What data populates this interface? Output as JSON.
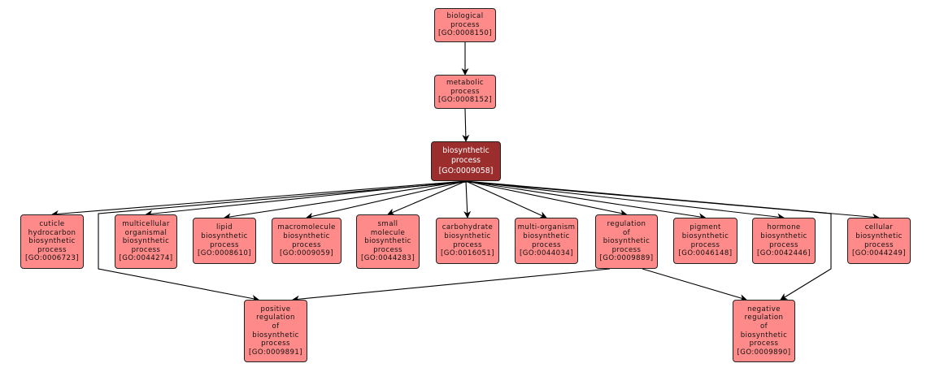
{
  "title": "GO term ancestry graph: biosynthetic process",
  "colors": {
    "node_fill": "#ff8a8a",
    "focus_fill": "#9b2d2d",
    "edge": "#000000",
    "border": "#222222"
  },
  "nodes": [
    {
      "id": "GO:0008150",
      "lines": [
        "biological",
        "process"
      ],
      "go_id": "[GO:0008150]",
      "focus": false
    },
    {
      "id": "GO:0008152",
      "lines": [
        "metabolic",
        "process"
      ],
      "go_id": "[GO:0008152]",
      "focus": false
    },
    {
      "id": "GO:0009058",
      "lines": [
        "biosynthetic",
        "process"
      ],
      "go_id": "[GO:0009058]",
      "focus": true
    },
    {
      "id": "GO:0006723",
      "lines": [
        "cuticle",
        "hydrocarbon",
        "biosynthetic",
        "process"
      ],
      "go_id": "[GO:0006723]",
      "focus": false
    },
    {
      "id": "GO:0044274",
      "lines": [
        "multicellular",
        "organismal",
        "biosynthetic",
        "process"
      ],
      "go_id": "[GO:0044274]",
      "focus": false
    },
    {
      "id": "GO:0008610",
      "lines": [
        "lipid",
        "biosynthetic",
        "process"
      ],
      "go_id": "[GO:0008610]",
      "focus": false
    },
    {
      "id": "GO:0009059",
      "lines": [
        "macromolecule",
        "biosynthetic",
        "process"
      ],
      "go_id": "[GO:0009059]",
      "focus": false
    },
    {
      "id": "GO:0044283",
      "lines": [
        "small",
        "molecule",
        "biosynthetic",
        "process"
      ],
      "go_id": "[GO:0044283]",
      "focus": false
    },
    {
      "id": "GO:0016051",
      "lines": [
        "carbohydrate",
        "biosynthetic",
        "process"
      ],
      "go_id": "[GO:0016051]",
      "focus": false
    },
    {
      "id": "GO:0044034",
      "lines": [
        "multi-organism",
        "biosynthetic",
        "process"
      ],
      "go_id": "[GO:0044034]",
      "focus": false
    },
    {
      "id": "GO:0009889",
      "lines": [
        "regulation",
        "of",
        "biosynthetic",
        "process"
      ],
      "go_id": "[GO:0009889]",
      "focus": false
    },
    {
      "id": "GO:0046148",
      "lines": [
        "pigment",
        "biosynthetic",
        "process"
      ],
      "go_id": "[GO:0046148]",
      "focus": false
    },
    {
      "id": "GO:0042446",
      "lines": [
        "hormone",
        "biosynthetic",
        "process"
      ],
      "go_id": "[GO:0042446]",
      "focus": false
    },
    {
      "id": "GO:0044249",
      "lines": [
        "cellular",
        "biosynthetic",
        "process"
      ],
      "go_id": "[GO:0044249]",
      "focus": false
    },
    {
      "id": "GO:0009891",
      "lines": [
        "positive",
        "regulation",
        "of",
        "biosynthetic",
        "process"
      ],
      "go_id": "[GO:0009891]",
      "focus": false
    },
    {
      "id": "GO:0009890",
      "lines": [
        "negative",
        "regulation",
        "of",
        "biosynthetic",
        "process"
      ],
      "go_id": "[GO:0009890]",
      "focus": false
    }
  ],
  "edges": [
    {
      "from": "GO:0008150",
      "to": "GO:0008152"
    },
    {
      "from": "GO:0008152",
      "to": "GO:0009058"
    },
    {
      "from": "GO:0009058",
      "to": "GO:0006723"
    },
    {
      "from": "GO:0009058",
      "to": "GO:0044274"
    },
    {
      "from": "GO:0009058",
      "to": "GO:0008610"
    },
    {
      "from": "GO:0009058",
      "to": "GO:0009059"
    },
    {
      "from": "GO:0009058",
      "to": "GO:0044283"
    },
    {
      "from": "GO:0009058",
      "to": "GO:0016051"
    },
    {
      "from": "GO:0009058",
      "to": "GO:0044034"
    },
    {
      "from": "GO:0009058",
      "to": "GO:0009889"
    },
    {
      "from": "GO:0009058",
      "to": "GO:0046148"
    },
    {
      "from": "GO:0009058",
      "to": "GO:0042446"
    },
    {
      "from": "GO:0009058",
      "to": "GO:0044249"
    },
    {
      "from": "GO:0009058",
      "to": "GO:0009891"
    },
    {
      "from": "GO:0009058",
      "to": "GO:0009890"
    },
    {
      "from": "GO:0009889",
      "to": "GO:0009891"
    },
    {
      "from": "GO:0009889",
      "to": "GO:0009890"
    }
  ]
}
